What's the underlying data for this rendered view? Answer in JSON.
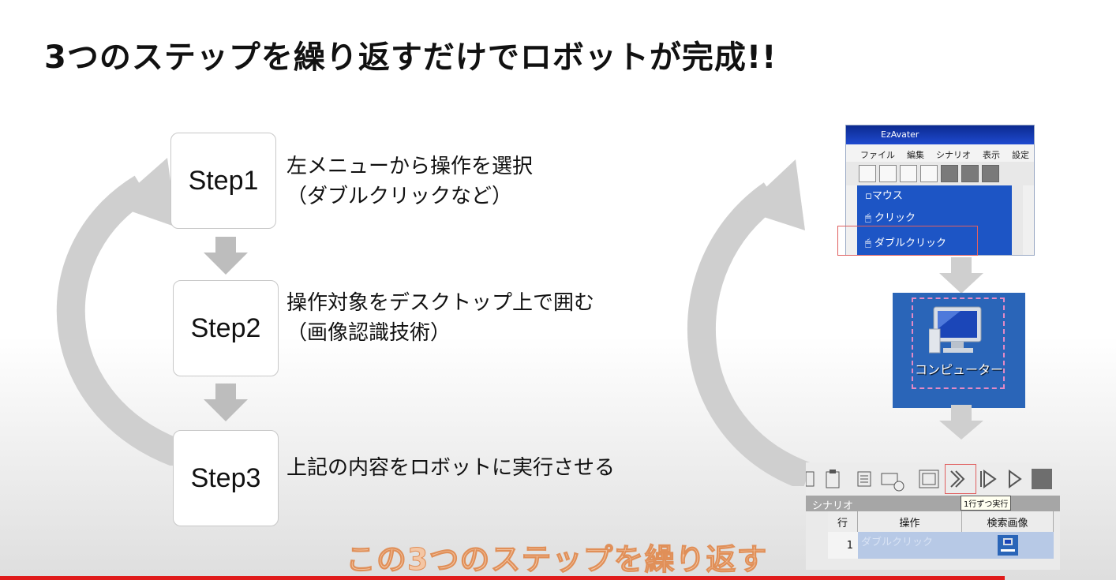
{
  "title": "3つのステップを繰り返すだけでロボットが完成!!",
  "steps": [
    {
      "label": "Step1",
      "lines": [
        "左メニューから操作を選択",
        "（ダブルクリックなど）"
      ]
    },
    {
      "label": "Step2",
      "lines": [
        "操作対象をデスクトップ上で囲む",
        "（画像認識技術）"
      ]
    },
    {
      "label": "Step3",
      "lines": [
        "上記の内容をロボットに実行させる"
      ]
    }
  ],
  "menu_shot": {
    "window_title": "EzAvater",
    "menubar": [
      "ファイル",
      "編集",
      "シナリオ",
      "表示",
      "設定"
    ],
    "tree_header": "マウス",
    "tree_items": [
      "クリック",
      "ダブルクリック"
    ]
  },
  "desktop_shot": {
    "icon_label": "コンピューター"
  },
  "grid_shot": {
    "section": "シナリオ",
    "tooltip": "1行ずつ実行",
    "headers": [
      "行",
      "操作",
      "検索画像"
    ],
    "row": {
      "num": "1",
      "action": "ダブルクリック"
    }
  },
  "caption": "この3つのステップを繰り返す",
  "colors": {
    "accent_red": "#e06060",
    "caption": "#f4c6a4",
    "progress": "#e01b1b",
    "app_blue": "#1d55c5"
  },
  "video_progress": 0.9
}
